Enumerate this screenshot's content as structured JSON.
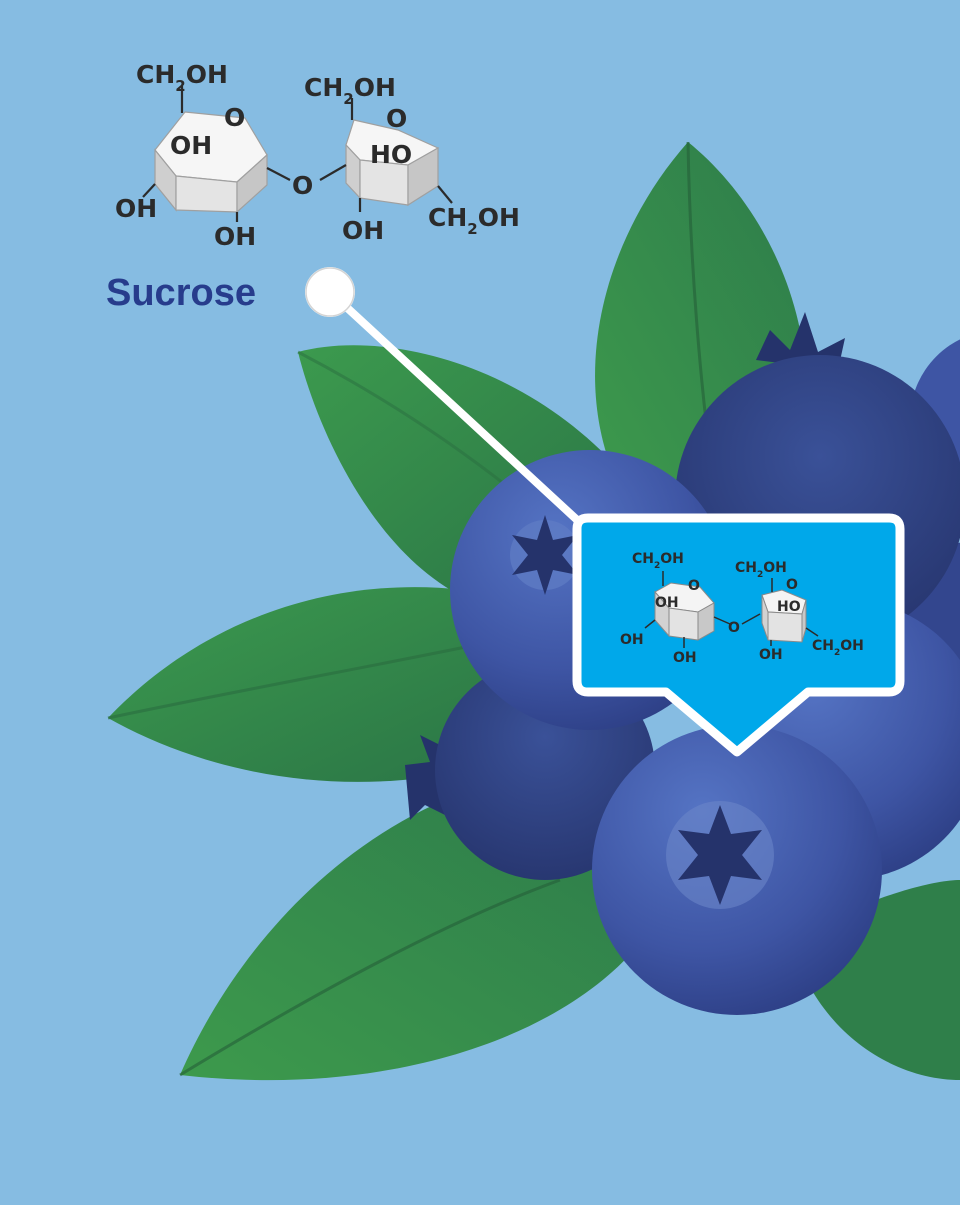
{
  "title": "Sucrose",
  "colors": {
    "background": "#86bce2",
    "leaf_dark": "#2f7d4f",
    "leaf_light": "#3f9a4d",
    "berry_dark": "#2b3d7a",
    "berry_light": "#4a67b8",
    "callout_fill": "#00a8ea",
    "title": "#273c8c"
  },
  "molecule": {
    "glucose": {
      "ring_oxygen": "O",
      "top_group": "CH",
      "top_group_tail": "OH",
      "inner_label": "OH",
      "left_label": "OH",
      "bottom_label": "OH"
    },
    "bridge_oxygen": "O",
    "fructose": {
      "ring_oxygen": "O",
      "top_group": "CH",
      "top_group_tail": "OH",
      "inner_label": "HO",
      "bottom_label": "OH",
      "right_group": "CH",
      "right_group_tail": "OH"
    },
    "subscript": "2"
  },
  "icons": [
    "blueberry-icon",
    "leaf-icon",
    "sucrose-molecule-icon",
    "callout-pin-icon"
  ]
}
